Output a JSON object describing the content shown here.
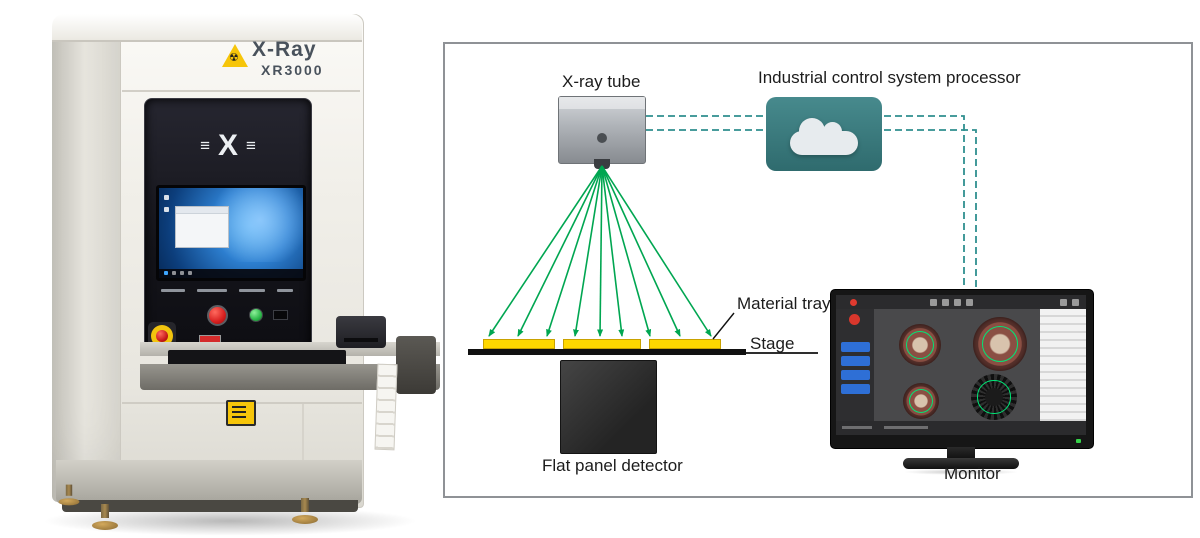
{
  "machine": {
    "brand": "X-Ray",
    "model": "XR3000",
    "radiation_glyph": "☢",
    "emblem": {
      "left": "≡",
      "x": "X",
      "right": "≡"
    }
  },
  "diagram": {
    "labels": {
      "xray_tube": "X-ray tube",
      "processor": "Industrial control system processor",
      "material_tray": "Material tray",
      "stage": "Stage",
      "detector": "Flat panel detector",
      "monitor": "Monitor"
    },
    "colors": {
      "ray_green": "#00a651",
      "connector_teal": "#2f8f8f",
      "tray_yellow": "#ffd800",
      "processor_teal": "#3f8184",
      "annotation_green": "#00e676"
    }
  }
}
